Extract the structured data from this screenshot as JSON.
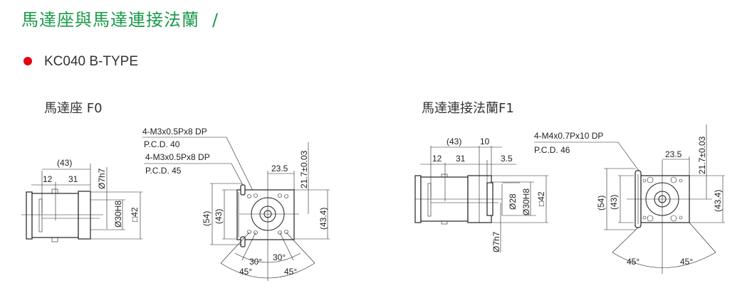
{
  "header": {
    "title": "馬達座與馬達連接法蘭",
    "slash": "/"
  },
  "model": {
    "name": "KC040 B-TYPE",
    "bullet_color": "#e60012"
  },
  "accent_color": "#1a9a4a",
  "f0": {
    "label": "馬達座 F0",
    "dims": {
      "overall": "(43)",
      "a": "12",
      "b": "31",
      "shaft": "Ø7h7",
      "pilot": "Ø30H8",
      "square": "□42",
      "h54": "(54)",
      "h43": "(43)",
      "w235": "23.5",
      "v217": "21.7±0.03",
      "h434": "(43.4)",
      "ang30a": "30°",
      "ang30b": "30°",
      "ang45a": "45°",
      "ang45b": "45°"
    },
    "notes": [
      "4-M3x0.5Px8 DP",
      "P.C.D. 40",
      "4-M3x0.5Px8 DP",
      "P.C.D. 45"
    ]
  },
  "f1": {
    "label": "馬達連接法蘭F1",
    "dims": {
      "overall": "(43)",
      "ten": "10",
      "a": "12",
      "b": "31",
      "c": "3.5",
      "d28": "Ø28",
      "pilot": "Ø30H8",
      "square": "□42",
      "shaft": "Ø7h7",
      "h54": "(54)",
      "h43": "(43)",
      "w235": "23.5",
      "v217": "21.7±0.03",
      "h434": "(43.4)",
      "ang45a": "45°",
      "ang45b": "45°"
    },
    "notes": [
      "4-M4x0.7Px10 DP",
      "P.C.D. 46"
    ]
  }
}
